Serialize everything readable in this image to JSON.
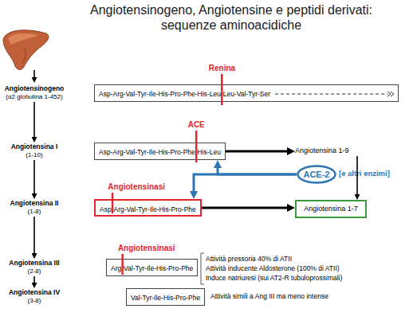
{
  "diagram": {
    "title": "Angiotensinogeno, Angiotensine e peptidi derivati: sequenze aminoacidiche",
    "nodes": [
      {
        "text": [
          "Angiotensinogeno",
          "(α2 globulina 1-452)",
          "Asp-Arg-Val-Tyr-Ile-His-Pro-Phe-His-Leu-Leu-Val-Tyr-Ser"
        ]
      },
      {
        "text": [
          "Angiotensina I",
          "(1-10)",
          "Asp-Arg-Val-Tyr-Ile-His-Pro-Phe-His-Leu"
        ]
      },
      {
        "text": [
          "Angiotensina 1-9"
        ]
      },
      {
        "text": [
          "ACE-2"
        ]
      },
      {
        "text": [
          "Angiotensina II",
          "(1-8)",
          "Asp-Arg-Val-Tyr-Ile-His-Pro-Phe"
        ]
      },
      {
        "text": [
          "Angiotensina 1-7"
        ]
      },
      {
        "text": [
          "Angiotensina III",
          "(2-8)",
          "Arg-Val-Tyr-Ile-His-Pro-Phe"
        ]
      },
      {
        "text": [
          "Angiotensina IV",
          "(3-8)",
          "Val-Tyr-Ile-His-Pro-Phe"
        ]
      }
    ],
    "edges": [
      {
        "from": 0,
        "to": 1,
        "arrow": "to"
      },
      {
        "from": 1,
        "to": 2,
        "arrow": "to"
      },
      {
        "from": 2,
        "to": 5,
        "arrow": "to"
      },
      {
        "from": 3,
        "to": 1,
        "arrow": "to"
      },
      {
        "from": 3,
        "to": 4,
        "arrow": "to"
      },
      {
        "from": 1,
        "to": 4,
        "arrow": "to"
      },
      {
        "from": 4,
        "to": 5,
        "arrow": "to"
      },
      {
        "from": 4,
        "to": 6,
        "arrow": "to"
      },
      {
        "from": 6,
        "to": 7,
        "arrow": "to"
      }
    ],
    "labels": [
      "Renina",
      "ACE",
      "Angiotensinasi",
      "Angiotensinasi",
      "[e altri enzimi]",
      "Attività pressoria 40% di ATII",
      "Attività inducente Aldosterone (100% di ATII)",
      "Induce natriuresi (sui AT2-R tubuloprossimali)",
      "Attività simili a Ang III ma meno intense"
    ]
  }
}
